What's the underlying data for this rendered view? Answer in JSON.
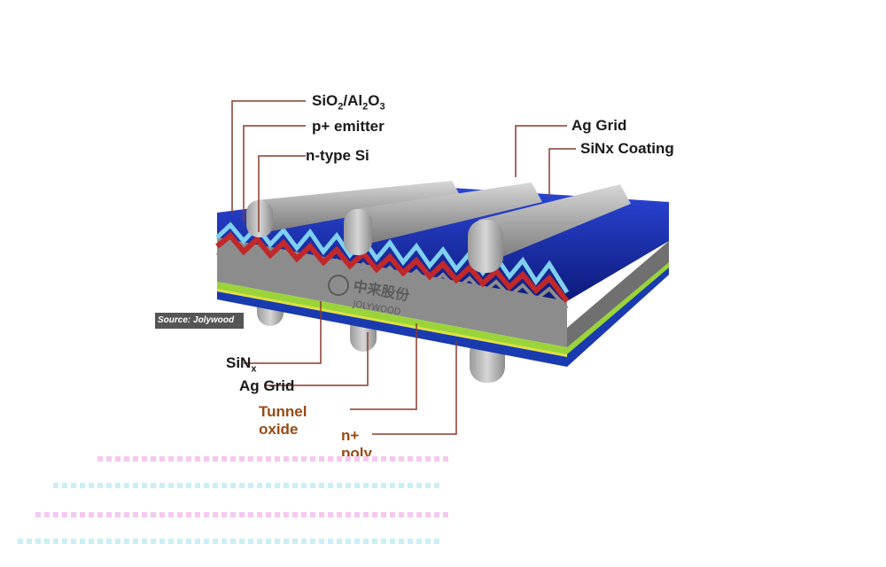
{
  "labels": {
    "sio2": {
      "main": "SiO",
      "sub1": "2",
      "mid": "/Al",
      "sub2": "2",
      "tail": "O",
      "sub3": "3"
    },
    "p_emitter": "p+ emitter",
    "n_type": "n-type Si",
    "ag_grid_top": "Ag Grid",
    "sinx_coating": "SiNx Coating",
    "sinx_bottom": {
      "main": "SiN",
      "sub": "x"
    },
    "ag_grid_bottom": "Ag Grid",
    "tunnel_oxide": [
      "Tunnel",
      "oxide"
    ],
    "n_poly": [
      "n+",
      "poly"
    ]
  },
  "source_caption": "Source: Jolywood",
  "logo_text": {
    "chinese": "中来股份",
    "latin": "JOLYWOOD"
  },
  "colors": {
    "leader": "#8a3a2a",
    "text": "#1a1a1a",
    "brown_text": "#9a4a14",
    "silicon": "#8c8c8c",
    "blue_texture": "#1a2fb0",
    "cyan_layer": "#7fd0f0",
    "red_layer": "#c0282a",
    "green_layer": "#9ad43a",
    "bottom_blue": "#1a3ab0"
  }
}
